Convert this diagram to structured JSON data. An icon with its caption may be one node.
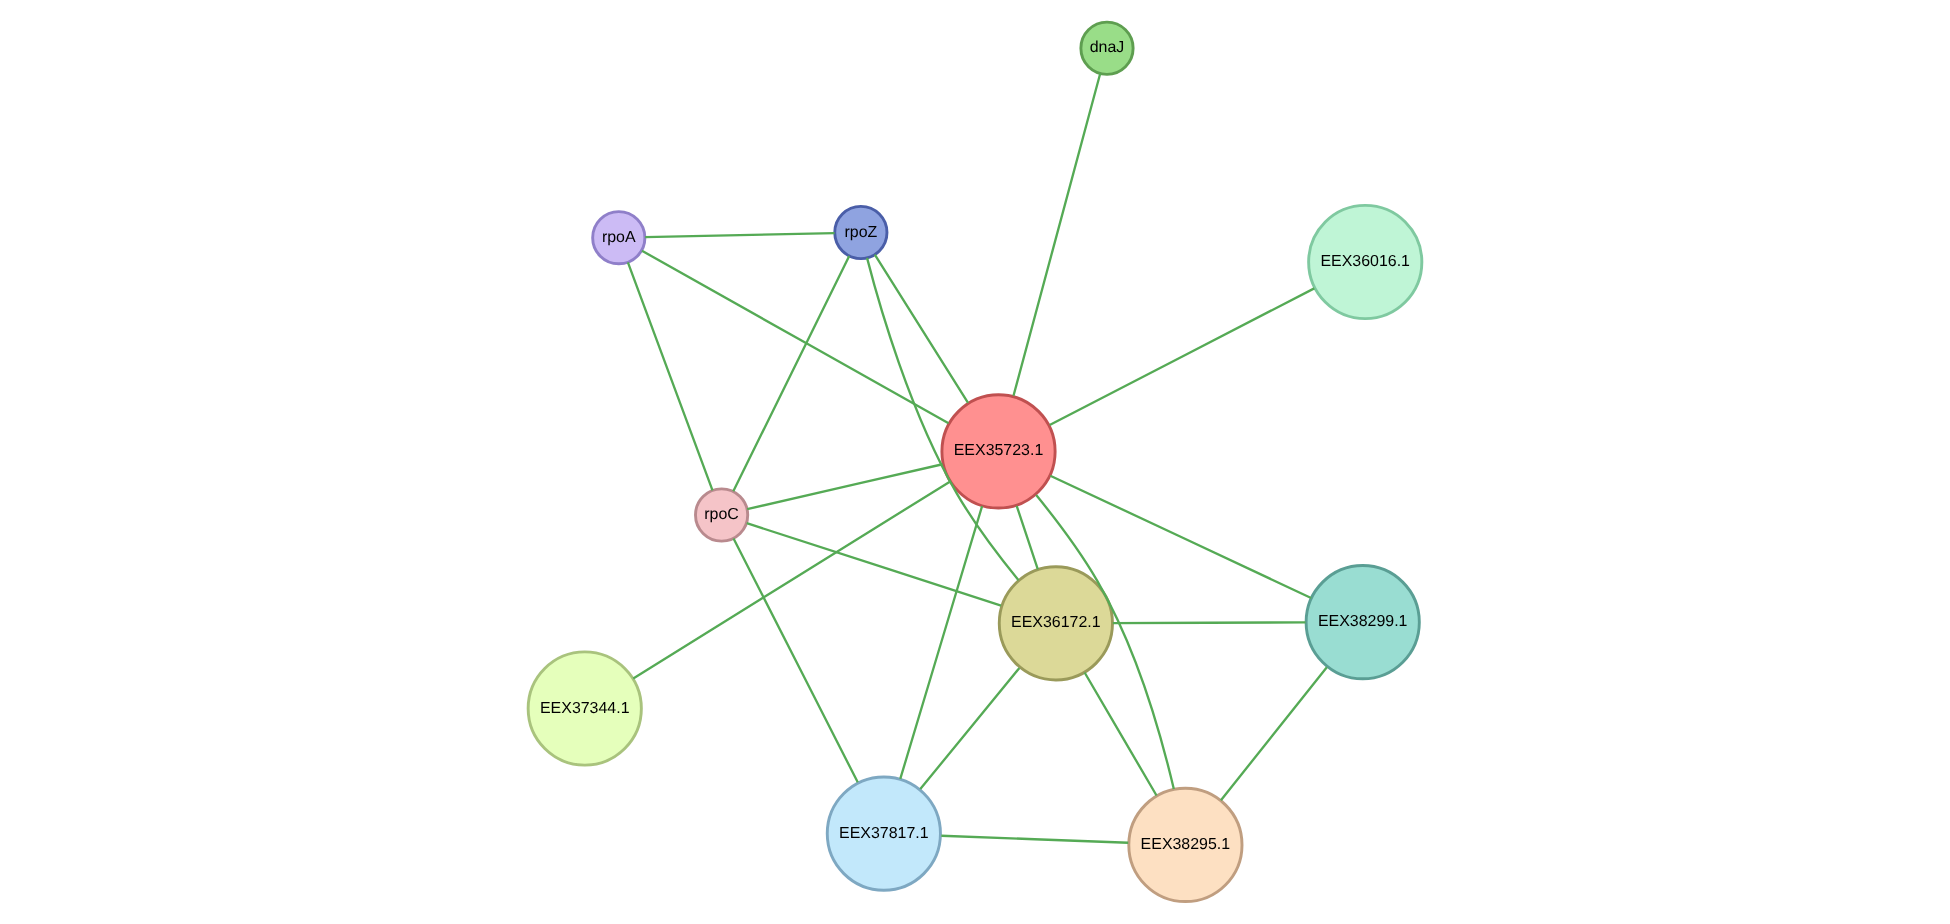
{
  "diagram": {
    "nodes": [
      {
        "text": [
          "rpoA"
        ]
      },
      {
        "text": [
          "EEX36016.1"
        ]
      },
      {
        "text": [
          "rpoC"
        ]
      },
      {
        "text": [
          "rpoZ"
        ]
      },
      {
        "text": [
          "dnaJ"
        ]
      },
      {
        "text": [
          "EEX35723.1"
        ]
      },
      {
        "text": [
          "EEX37344.1"
        ]
      },
      {
        "text": [
          "EEX36172.1"
        ]
      },
      {
        "text": [
          "EEX37817.1"
        ]
      },
      {
        "text": [
          "EEX38299.1"
        ]
      },
      {
        "text": [
          "EEX38295.1"
        ]
      }
    ],
    "edges": [
      {
        "from": 0,
        "to": 3,
        "arrow": "none"
      },
      {
        "from": 0,
        "to": 2,
        "arrow": "none"
      },
      {
        "from": 0,
        "to": 5,
        "arrow": "none"
      },
      {
        "from": 3,
        "to": 2,
        "arrow": "none"
      },
      {
        "from": 3,
        "to": 5,
        "arrow": "none"
      },
      {
        "from": 3,
        "to": 7,
        "arrow": "none"
      },
      {
        "from": 2,
        "to": 5,
        "arrow": "none"
      },
      {
        "from": 2,
        "to": 7,
        "arrow": "none"
      },
      {
        "from": 2,
        "to": 8,
        "arrow": "none"
      },
      {
        "from": 1,
        "to": 5,
        "arrow": "none"
      },
      {
        "from": 4,
        "to": 5,
        "arrow": "none"
      },
      {
        "from": 5,
        "to": 6,
        "arrow": "none"
      },
      {
        "from": 5,
        "to": 7,
        "arrow": "none"
      },
      {
        "from": 5,
        "to": 8,
        "arrow": "none"
      },
      {
        "from": 5,
        "to": 9,
        "arrow": "none"
      },
      {
        "from": 5,
        "to": 10,
        "arrow": "none"
      },
      {
        "from": 7,
        "to": 8,
        "arrow": "none"
      },
      {
        "from": 7,
        "to": 9,
        "arrow": "none"
      },
      {
        "from": 7,
        "to": 10,
        "arrow": "none"
      },
      {
        "from": 8,
        "to": 10,
        "arrow": "none"
      },
      {
        "from": 9,
        "to": 10,
        "arrow": "none"
      }
    ]
  }
}
